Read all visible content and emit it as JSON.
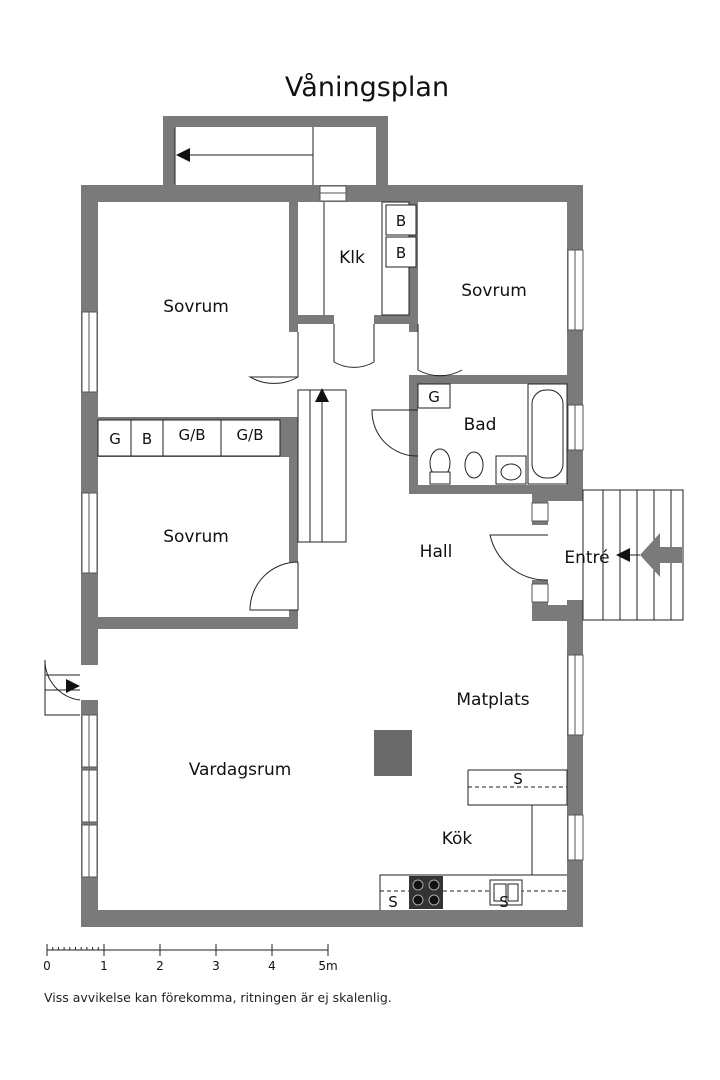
{
  "title": "Våningsplan",
  "rooms": {
    "bedroom_1": "Sovrum",
    "bedroom_2": "Sovrum",
    "bedroom_3": "Sovrum",
    "closet": "Klk",
    "bathroom": "Bad",
    "hall": "Hall",
    "entrance": "Entré",
    "dining": "Matplats",
    "living_room": "Vardagsrum",
    "kitchen": "Kök"
  },
  "cabinets": {
    "closet_b1": "B",
    "closet_b2": "B",
    "bath_g": "G",
    "bedroom_row": [
      "G",
      "B",
      "G/B",
      "G/B"
    ],
    "kitchen_s1": "S",
    "kitchen_s2": "S",
    "kitchen_s3": "S"
  },
  "scale": {
    "ticks": [
      "0",
      "1",
      "2",
      "3",
      "4",
      "5m"
    ]
  },
  "footnote": "Viss avvikelse kan förekomma, ritningen är ej skalenlig.",
  "colors": {
    "wall": "#7a7a7a",
    "wall_dark": "#6a6a6a",
    "line": "#222222",
    "stove": "#333333"
  }
}
